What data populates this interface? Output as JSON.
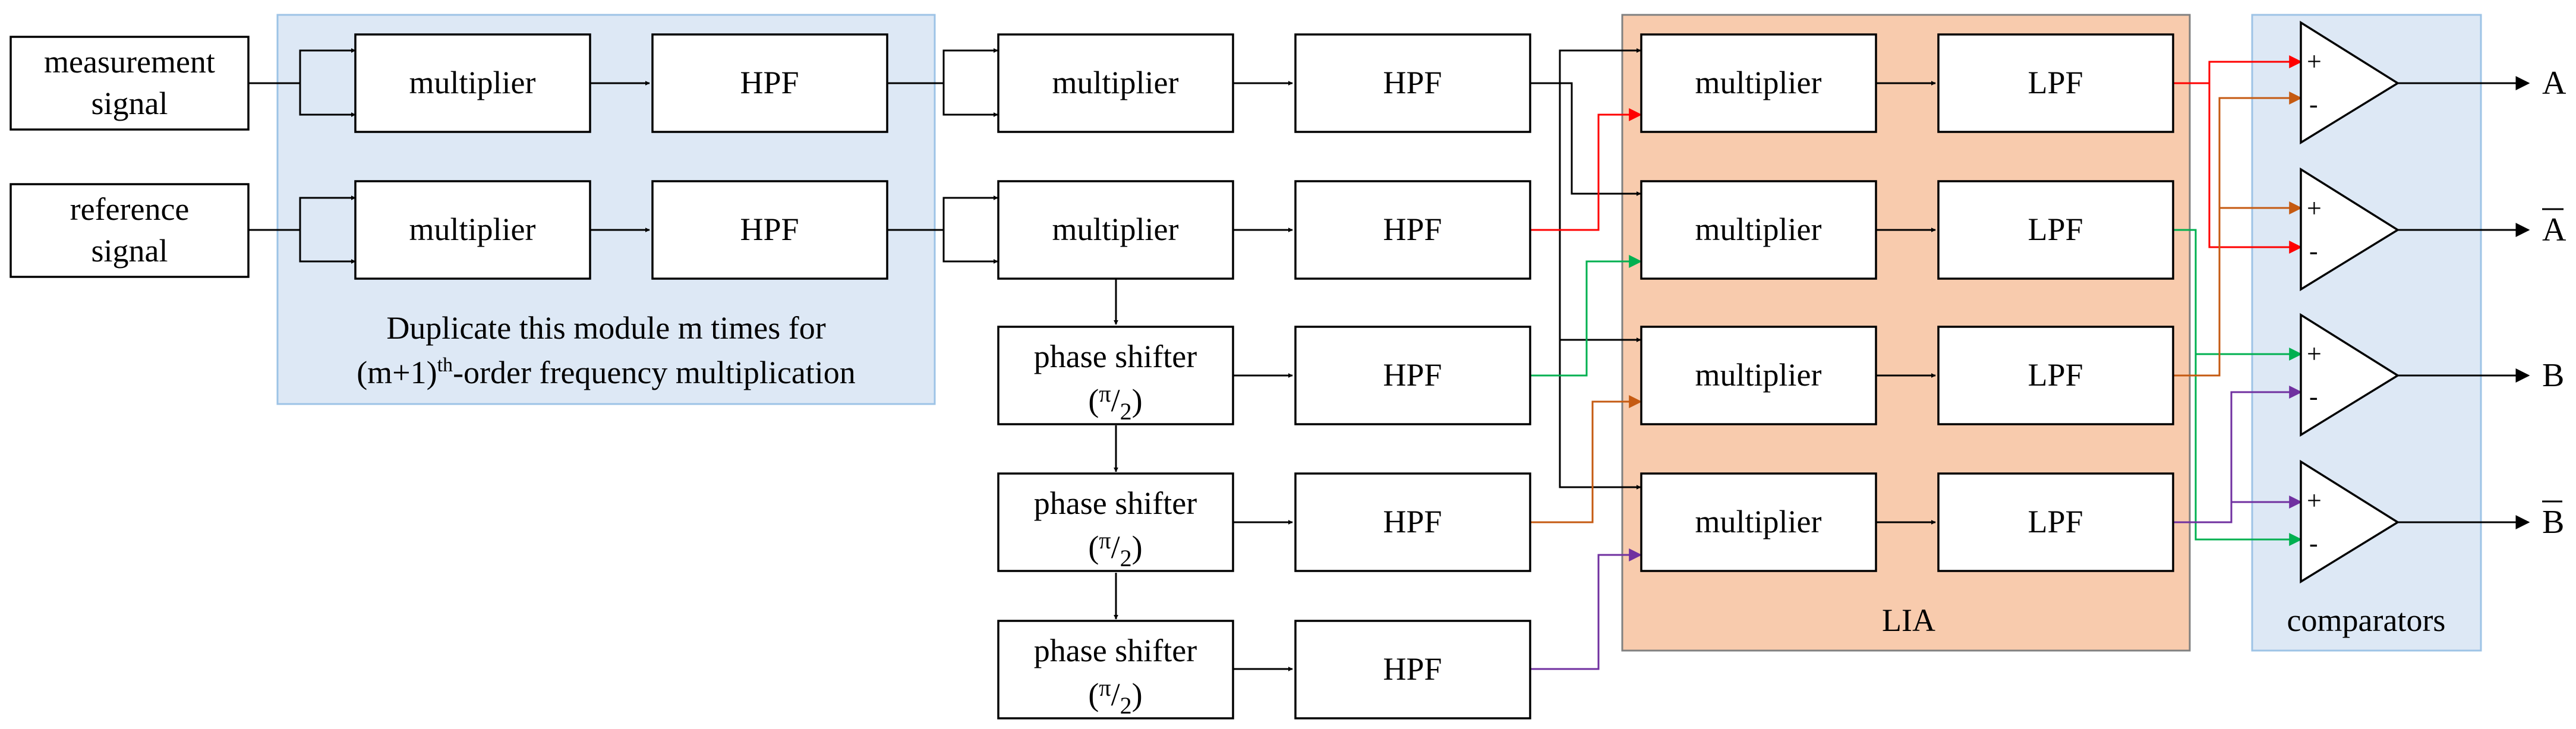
{
  "colors": {
    "module_fill": "#dde8f5",
    "module_stroke": "#9dc3e6",
    "lia_fill": "#f8cbad",
    "lia_stroke": "#808080",
    "wire_black": "#000000",
    "wire_red": "#ff0000",
    "wire_green": "#00b050",
    "wire_brown": "#c55a11",
    "wire_purple": "#7030a0"
  },
  "inputs": {
    "measurement": [
      "measurement",
      "signal"
    ],
    "reference": [
      "reference",
      "signal"
    ]
  },
  "labels": {
    "multiplier": "multiplier",
    "hpf": "HPF",
    "lpf": "LPF",
    "phase_shifter": "phase shifter",
    "pi": "π",
    "two": "2",
    "plus": "+",
    "minus": "-"
  },
  "regions": {
    "module_caption_line1": "Duplicate this module m times for",
    "module_caption_line2_pre": "(m+1)",
    "module_caption_line2_sup": "th",
    "module_caption_line2_post": "-order frequency multiplication",
    "lia": "LIA",
    "comparators": "comparators"
  },
  "outputs": {
    "a": "A",
    "a_bar": "A",
    "b": "B",
    "b_bar": "B"
  }
}
